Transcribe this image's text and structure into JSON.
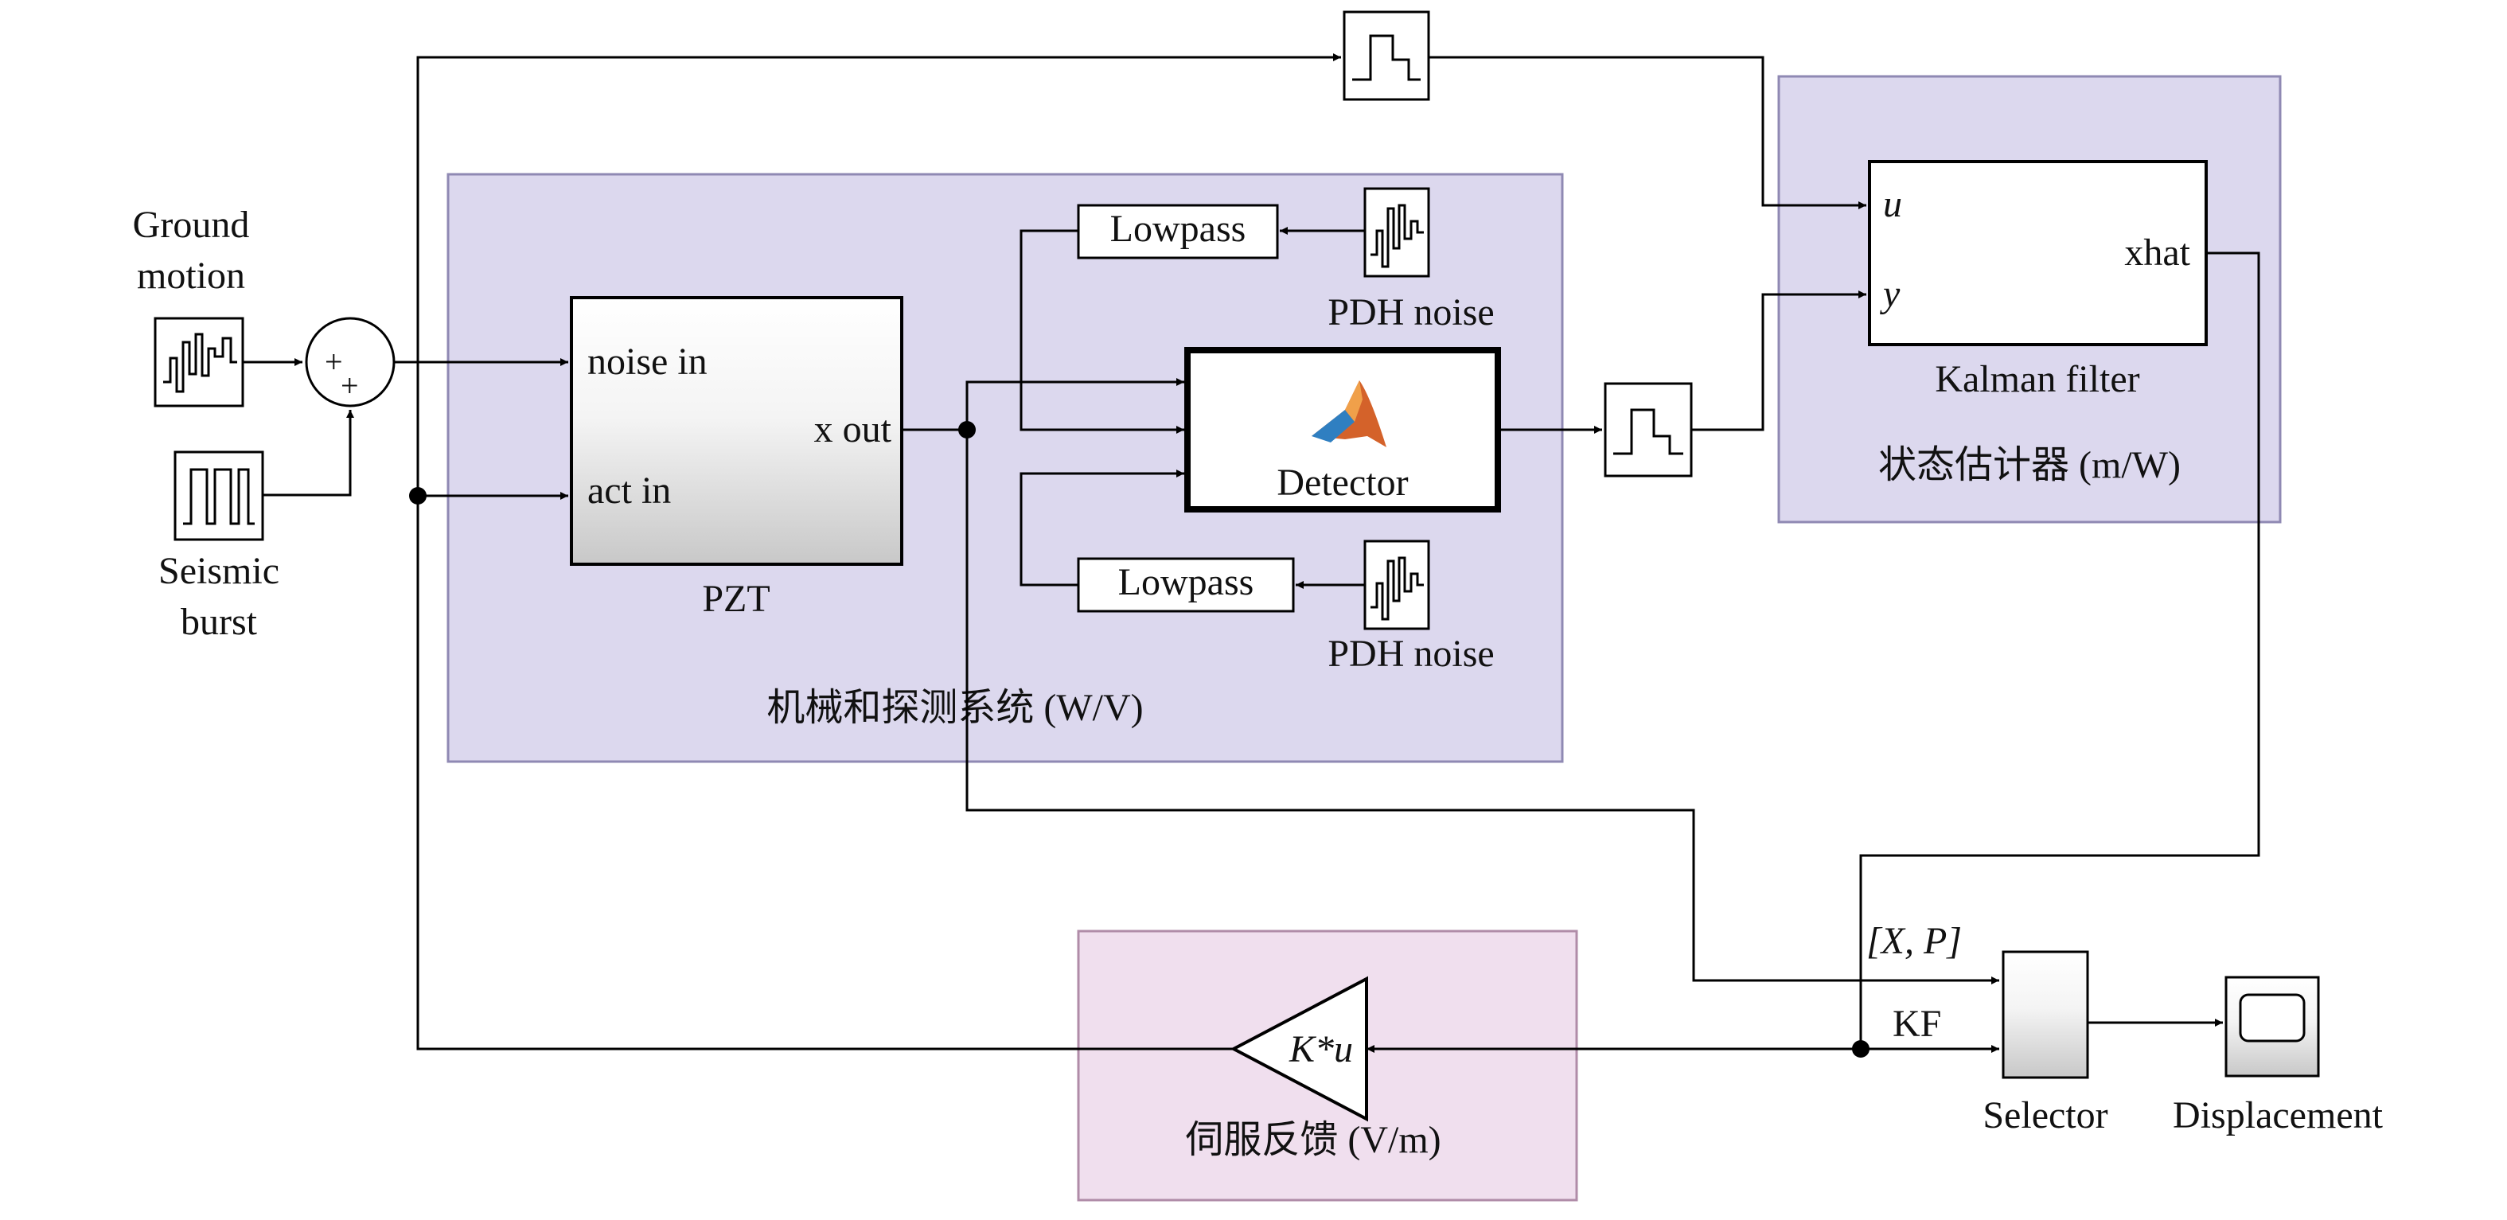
{
  "subsystems": {
    "mechanical": {
      "label": "机械和探测系统 (W/V)",
      "color": "#dcd8ee"
    },
    "estimator": {
      "label": "状态估计器 (m/W)",
      "color": "#dcd8ee"
    },
    "feedback": {
      "label": "伺服反馈 (V/m)",
      "color": "#f0dfee"
    }
  },
  "blocks": {
    "ground_motion": "Ground\nmotion",
    "seismic_burst": "Seismic\nburst",
    "sum_signs": "++",
    "pzt": {
      "label": "PZT",
      "port_noise_in": "noise in",
      "port_act_in": "act in",
      "port_x_out": "x out"
    },
    "detector": "Detector",
    "lowpass_top": "Lowpass",
    "lowpass_bottom": "Lowpass",
    "pdh_noise_top": "PDH noise",
    "pdh_noise_bottom": "PDH noise",
    "kalman": {
      "label": "Kalman filter",
      "port_u": "u",
      "port_y": "y",
      "port_xhat": "xhat"
    },
    "gain": "K*u",
    "selector": "Selector",
    "scope": "Displacement"
  },
  "signals": {
    "xp": "[X, P]",
    "kf": "KF"
  }
}
